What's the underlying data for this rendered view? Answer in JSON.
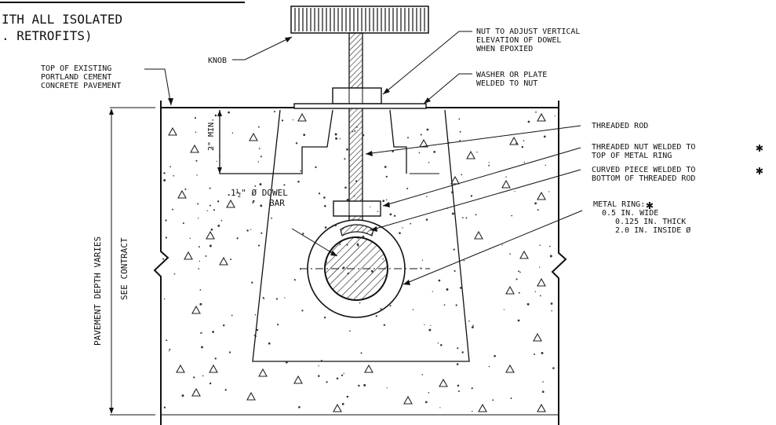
{
  "title": {
    "line1": "ITH ALL ISOLATED",
    "line2": ". RETROFITS)"
  },
  "labels": {
    "knob": "KNOB",
    "top_existing": [
      "TOP OF EXISTING",
      "PORTLAND CEMENT",
      "CONCRETE PAVEMENT"
    ],
    "nut_adjust": [
      "NUT TO ADJUST VERTICAL",
      "ELEVATION OF DOWEL",
      "WHEN EPOXIED"
    ],
    "washer": [
      "WASHER OR PLATE",
      "WELDED TO NUT"
    ],
    "threaded_rod": "THREADED ROD",
    "threaded_nut": [
      "THREADED NUT WELDED TO",
      "TOP OF METAL RING"
    ],
    "curved_piece": [
      "CURVED PIECE WELDED TO",
      "BOTTOM OF THREADED ROD"
    ],
    "metal_ring": [
      "METAL RING:",
      "0.5 IN. WIDE",
      "0.125 IN. THICK",
      "2.0 IN. INSIDE Ø"
    ],
    "dowel": [
      "1½\" Ø DOWEL",
      "BAR"
    ],
    "min_depth": "2\" MIN.",
    "pavement_depth": "PAVEMENT DEPTH VARIES",
    "see_contract": "SEE CONTRACT",
    "asterisk": "✱"
  }
}
